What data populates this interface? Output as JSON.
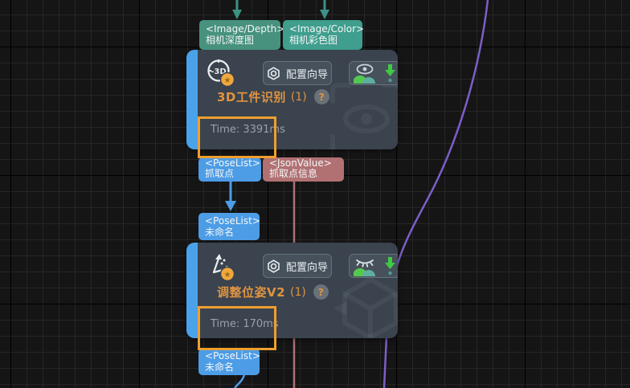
{
  "colors": {
    "background": "#151515",
    "node_body": "#3a434e",
    "node_accent_bar": "#4aa2ea",
    "button_bg": "#46515c",
    "button_border": "#65717c",
    "title_orange": "#e09440",
    "time_gray": "#9aa1a8",
    "annotation_orange": "#ef9f2f",
    "port_teal_depth": "#47917f",
    "port_teal_color": "#3f9e8e",
    "port_blue": "#4d9ce6",
    "port_rose": "#b17173",
    "wire_purple": "#7b5fc8",
    "wire_teal": "#3b9184",
    "download_green": "#3fca44",
    "mountain_green": "#55c84f",
    "mountain_teal": "#5fae9e",
    "star_badge_bg": "#efa83f"
  },
  "top_ports": [
    {
      "type": "<Image/Depth>",
      "label": "相机深度图"
    },
    {
      "type": "<Image/Color>",
      "label": "相机彩色图"
    }
  ],
  "nodes": [
    {
      "title": "3D工件识别",
      "count": "(1)",
      "help": "?",
      "wizard": "配置向导",
      "time": "Time: 3391ms",
      "outputs": [
        {
          "type": "<PoseList>",
          "label": "抓取点"
        },
        {
          "type": "<JsonValue>",
          "label": "抓取点信息"
        }
      ]
    },
    {
      "title": "调整位姿V2",
      "count": "(1)",
      "help": "?",
      "wizard": "配置向导",
      "time": "Time: 170ms",
      "input": {
        "type": "<PoseList>",
        "label": "未命名"
      },
      "output": {
        "type": "<PoseList>",
        "label": "未命名"
      }
    }
  ]
}
